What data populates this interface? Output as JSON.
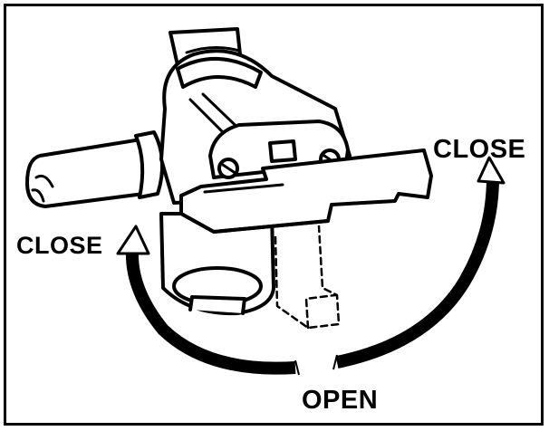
{
  "labels": {
    "close_right": "CLOSE",
    "close_left": "CLOSE",
    "open": "OPEN"
  },
  "colors": {
    "line": "#000000",
    "background": "#ffffff"
  }
}
